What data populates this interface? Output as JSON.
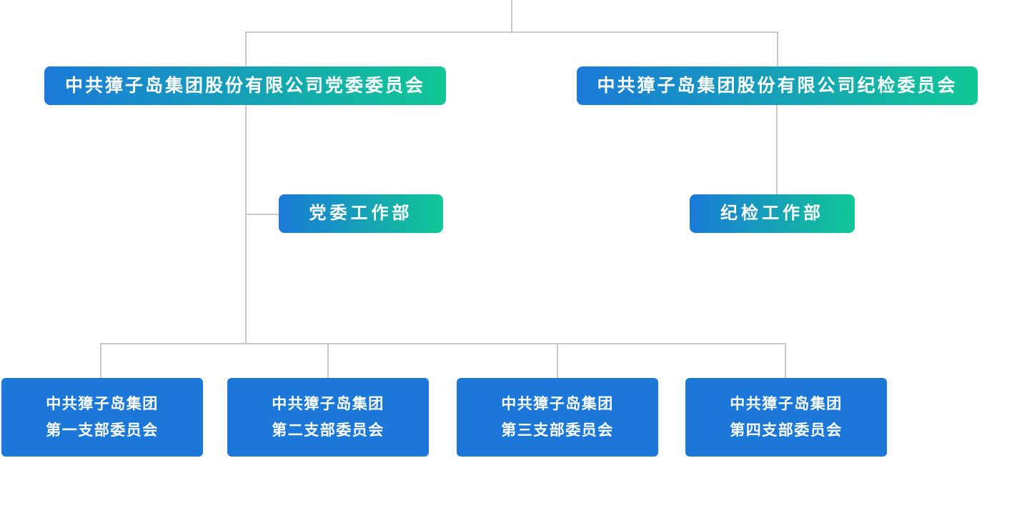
{
  "colors": {
    "gradient_start": "#1b7ad9",
    "gradient_end": "#10c795",
    "solid_blue": "#1b78d9",
    "connector": "#c9c9c9",
    "node_text": "#ffffff"
  },
  "nodes": {
    "party_committee": {
      "label": "中共獐子岛集团股份有限公司党委委员会"
    },
    "discipline_committee": {
      "label": "中共獐子岛集团股份有限公司纪检委员会"
    },
    "party_work_dept": {
      "label": "党委工作部"
    },
    "discipline_work_dept": {
      "label": "纪检工作部"
    },
    "branches": [
      {
        "line1": "中共獐子岛集团",
        "line2": "第一支部委员会"
      },
      {
        "line1": "中共獐子岛集团",
        "line2": "第二支部委员会"
      },
      {
        "line1": "中共獐子岛集团",
        "line2": "第三支部委员会"
      },
      {
        "line1": "中共獐子岛集团",
        "line2": "第四支部委员会"
      }
    ]
  }
}
